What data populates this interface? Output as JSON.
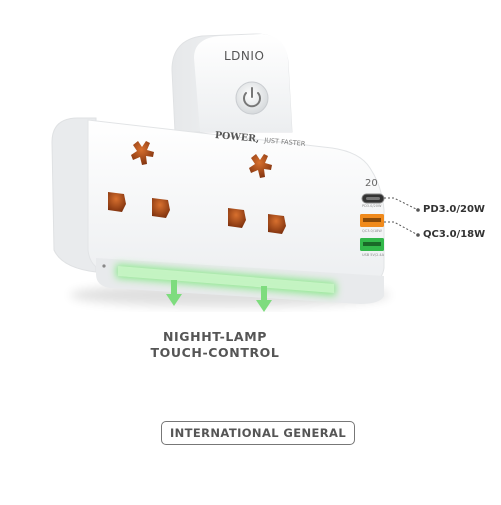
{
  "product": {
    "brand": "LDNIO",
    "slogan_main": "POWER,",
    "slogan_sub": "JUST FASTER",
    "icons": [
      "power-button-icon",
      "universal-socket-icon",
      "usb-c-port-icon",
      "usb-a-port-icon",
      "lamp-arrow-icon"
    ],
    "ports": {
      "typec_mark": "20",
      "typec_sub": "PD3.0/20W",
      "qc_sub": "QC3.0/18W",
      "usb_sub": "USB 5V/2.4A"
    }
  },
  "callouts": {
    "pd": "PD3.0/20W",
    "qc": "QC3.0/18W"
  },
  "lamp": {
    "line1": "NIGHHT-LAMP",
    "line2": "TOUCH-CONTROL"
  },
  "footer": {
    "badge": "INTERNATIONAL GENERAL"
  },
  "colors": {
    "body": "#f4f5f6",
    "lamp_glow": "#7ee87e",
    "port_orange": "#f08a1c",
    "port_green": "#32b84a",
    "socket": "#9a3a10"
  }
}
